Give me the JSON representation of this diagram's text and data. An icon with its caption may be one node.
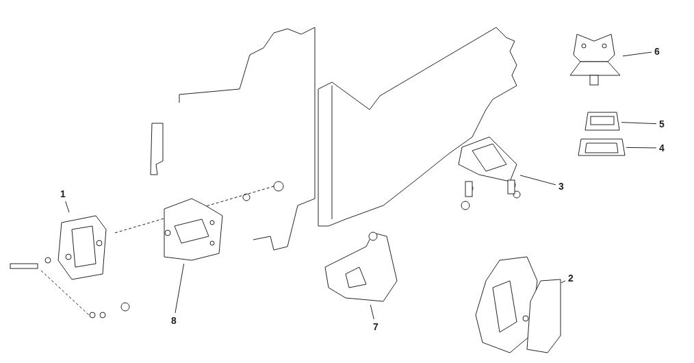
{
  "diagram": {
    "nodes": [
      {
        "text": [
          "1"
        ]
      },
      {
        "text": [
          "2"
        ]
      },
      {
        "text": [
          "3"
        ]
      },
      {
        "text": [
          "4"
        ]
      },
      {
        "text": [
          "5"
        ]
      },
      {
        "text": [
          "6"
        ]
      },
      {
        "text": [
          "7"
        ]
      },
      {
        "text": [
          "8"
        ]
      },
      {
        "text": [],
        "shape": "picture"
      },
      {
        "text": [],
        "shape": "picture"
      },
      {
        "text": [],
        "shape": "picture"
      },
      {
        "text": [],
        "shape": "picture"
      },
      {
        "text": [],
        "shape": "picture"
      },
      {
        "text": [],
        "shape": "picture"
      },
      {
        "text": [],
        "shape": "picture"
      },
      {
        "text": [],
        "shape": "picture"
      }
    ],
    "edges": [
      {
        "from": 0,
        "to": 8,
        "arrow": "none"
      },
      {
        "from": 1,
        "to": 9,
        "arrow": "none"
      },
      {
        "from": 2,
        "to": 10,
        "arrow": "none"
      },
      {
        "from": 3,
        "to": 11,
        "arrow": "none"
      },
      {
        "from": 4,
        "to": 12,
        "arrow": "none"
      },
      {
        "from": 5,
        "to": 13,
        "arrow": "none"
      },
      {
        "from": 6,
        "to": 14,
        "arrow": "none"
      },
      {
        "from": 7,
        "to": 15,
        "arrow": "none"
      }
    ]
  }
}
